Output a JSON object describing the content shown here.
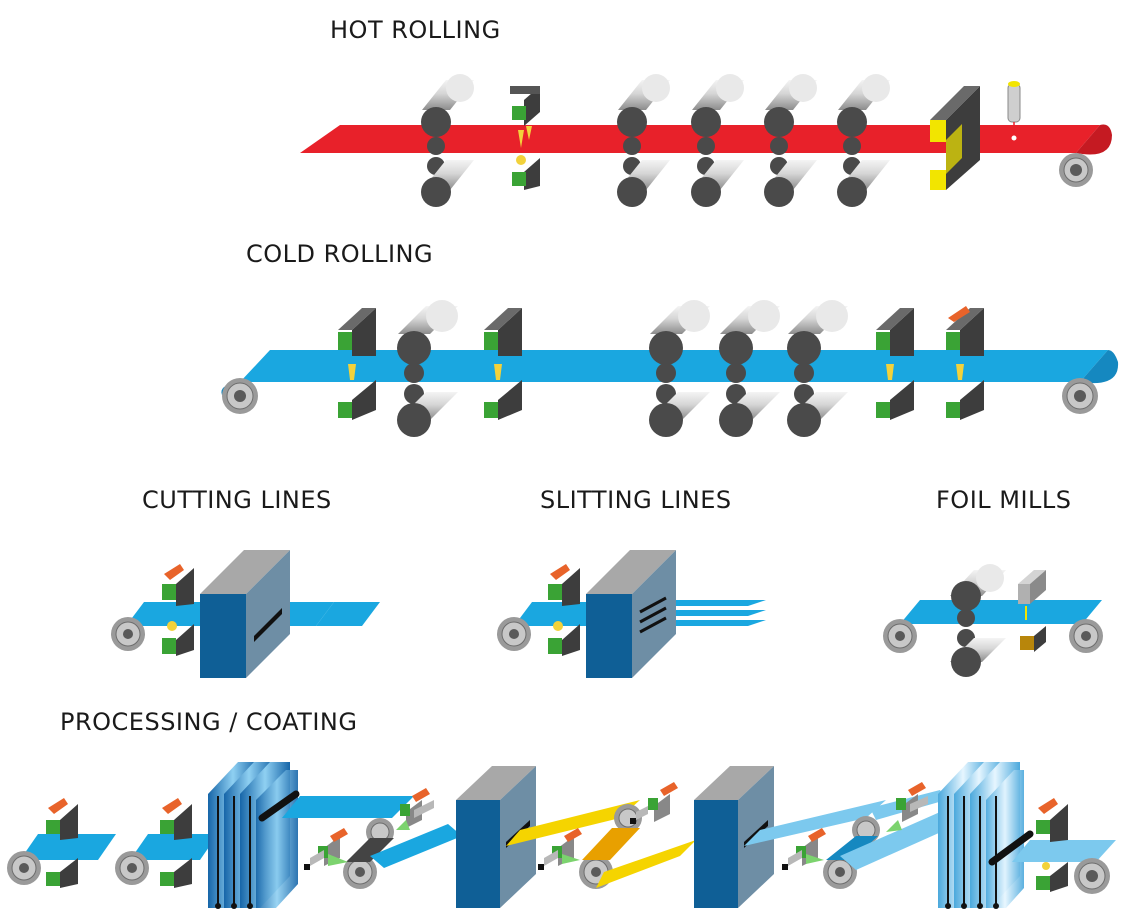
{
  "sections": {
    "hot_rolling": {
      "title": "HOT ROLLING",
      "strip_color": "#e8212a"
    },
    "cold_rolling": {
      "title": "COLD ROLLING",
      "strip_color": "#1aa7e0"
    },
    "cutting_lines": {
      "title": "CUTTING LINES"
    },
    "slitting_lines": {
      "title": "SLITTING LINES"
    },
    "foil_mills": {
      "title": "FOIL MILLS"
    },
    "processing_coating": {
      "title": "PROCESSING / COATING"
    }
  },
  "colors": {
    "gauge_green": "#3aa335",
    "gauge_yellow": "#f2e500",
    "housing_blue": "#0f5f96",
    "coating_yellow": "#f5d400",
    "strip_light_blue": "#7cc9ee",
    "roll_dark": "#4a4a4a",
    "actuator_orange": "#e8632a"
  }
}
